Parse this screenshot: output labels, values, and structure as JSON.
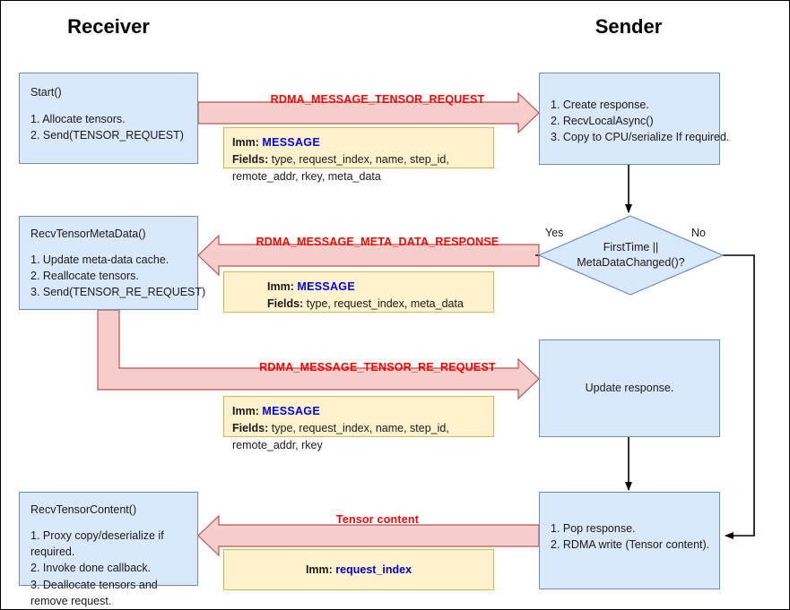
{
  "lanes": {
    "receiver": "Receiver",
    "sender": "Sender"
  },
  "colors": {
    "process_fill": "#dae8fc",
    "process_stroke": "#6c8ebf",
    "note_fill": "#fff2cc",
    "note_stroke": "#d6b656",
    "arrow_fill": "#f8cecc",
    "arrow_stroke": "#b85450",
    "message_label": "#ff0000",
    "imm_value": "#0000ee",
    "flow_line": "#000000"
  },
  "boxes": {
    "start": {
      "title": "Start()",
      "steps": [
        "1. Allocate tensors.",
        "2. Send(TENSOR_REQUEST)"
      ]
    },
    "create_response": {
      "title": "",
      "steps": [
        "1. Create response.",
        "2. RecvLocalAsync()",
        "3. Copy to CPU/serialize If required."
      ]
    },
    "recv_meta": {
      "title": "RecvTensorMetaData()",
      "steps": [
        "1. Update meta-data cache.",
        "2. Reallocate tensors.",
        "3. Send(TENSOR_RE_REQUEST)"
      ]
    },
    "update_response": {
      "label": "Update response."
    },
    "recv_content": {
      "title": "RecvTensorContent()",
      "steps": [
        "1. Proxy copy/deserialize if required.",
        "2. Invoke done callback.",
        "3. Deallocate tensors and remove request."
      ]
    },
    "pop_response": {
      "title": "",
      "steps": [
        "1. Pop response.",
        "2. RDMA write (Tensor content)."
      ]
    }
  },
  "decision": {
    "line1": "FirstTime ||",
    "line2": "MetaDataChanged()?",
    "yes": "Yes",
    "no": "No"
  },
  "messages": {
    "tensor_request": "RDMA_MESSAGE_TENSOR_REQUEST",
    "meta_data_response": "RDMA_MESSAGE_META_DATA_RESPONSE",
    "tensor_re_request": "RDMA_MESSAGE_TENSOR_RE_REQUEST",
    "tensor_content": "Tensor content"
  },
  "notes": {
    "tensor_request": {
      "imm_key": "Imm:",
      "imm_value": "MESSAGE",
      "fields_key": "Fields:",
      "fields_line1": "type, request_index, name, step_id,",
      "fields_line2": "remote_addr, rkey, meta_data"
    },
    "meta_data_response": {
      "imm_key": "Imm:",
      "imm_value": "MESSAGE",
      "fields_key": "Fields:",
      "fields_line1": "type, request_index, meta_data",
      "fields_line2": ""
    },
    "tensor_re_request": {
      "imm_key": "Imm:",
      "imm_value": "MESSAGE",
      "fields_key": "Fields:",
      "fields_line1": "type, request_index, name, step_id,",
      "fields_line2": "remote_addr, rkey"
    },
    "tensor_content": {
      "imm_key": "Imm:",
      "imm_value": "request_index"
    }
  }
}
